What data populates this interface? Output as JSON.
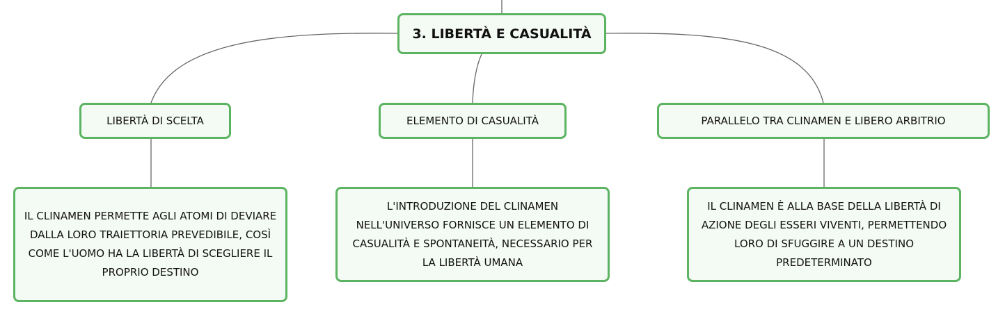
{
  "diagram": {
    "root": {
      "label": "3. LIBERTÀ E CASUALITÀ"
    },
    "branches": [
      {
        "label": "LIBERTÀ DI SCELTA",
        "detail": "IL CLINAMEN PERMETTE AGLI ATOMI DI DEVIARE DALLA LORO TRAIETTORIA PREVEDIBILE, COSÌ COME L'UOMO HA LA LIBERTÀ DI SCEGLIERE IL PROPRIO DESTINO"
      },
      {
        "label": "ELEMENTO DI CASUALITÀ",
        "detail": "L'INTRODUZIONE DEL CLINAMEN NELL'UNIVERSO FORNISCE UN ELEMENTO DI CASUALITÀ E SPONTANEITÀ, NECESSARIO PER LA LIBERTÀ UMANA"
      },
      {
        "label": "PARALLELO TRA CLINAMEN E LIBERO ARBITRIO",
        "detail": "IL CLINAMEN È ALLA BASE DELLA LIBERTÀ DI AZIONE DEGLI ESSERI VIVENTI, PERMETTENDO LORO DI SFUGGIRE A UN DESTINO PREDETERMINATO"
      }
    ],
    "colors": {
      "node_border": "#5cb462",
      "node_fill": "#f4faf4",
      "connector": "#666666",
      "text": "#111111"
    }
  }
}
